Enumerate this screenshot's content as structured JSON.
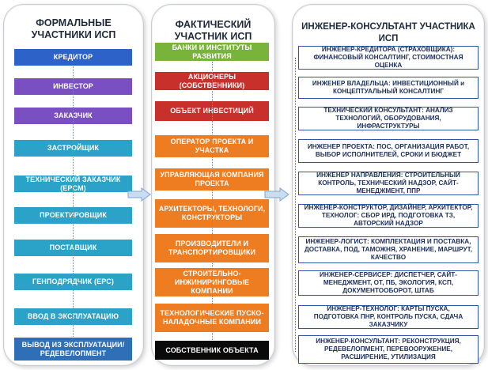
{
  "left_panel": {
    "title": "ФОРМАЛЬНЫЕ УЧАСТНИКИ ИСП",
    "items": [
      {
        "label": "КРЕДИТОР",
        "color": "#2d62c8"
      },
      {
        "label": "ИНВЕСТОР",
        "color": "#7a4fc2"
      },
      {
        "label": "ЗАКАЗЧИК",
        "color": "#7a4fc2"
      },
      {
        "label": "ЗАСТРОЙЩИК",
        "color": "#2ba2c7"
      },
      {
        "label": "ТЕХНИЧЕСКИЙ ЗАКАЗЧИК (EPCM)",
        "color": "#2ba2c7"
      },
      {
        "label": "ПРОЕКТИРОВЩИК",
        "color": "#2ba2c7"
      },
      {
        "label": "ПОСТАВЩИК",
        "color": "#2ba2c7"
      },
      {
        "label": "ГЕНПОДРЯДЧИК (EPC)",
        "color": "#2ba2c7"
      },
      {
        "label": "ВВОД В ЭКСПЛУАТАЦИЮ",
        "color": "#2ba2c7"
      },
      {
        "label": "ВЫВОД ИЗ ЭКСПЛУАТАЦИИ/РЕДЕВЕЛОПМЕНТ",
        "color": "#2f6fb8"
      }
    ]
  },
  "middle_panel": {
    "title": "ФАКТИЧЕСКИЙ УЧАСТНИК ИСП",
    "items": [
      {
        "label": "БАНКИ И ИНСТИТУТЫ РАЗВИТИЯ",
        "color": "#78b43c"
      },
      {
        "label": "АКЦИОНЕРЫ (СОБСТВЕННИКИ)",
        "color": "#c8302c"
      },
      {
        "label": "ОБЪЕКТ ИНВЕСТИЦИЙ",
        "color": "#c8302c"
      },
      {
        "label": "ОПЕРАТОР ПРОЕКТА И УЧАСТКА",
        "color": "#ee7d22"
      },
      {
        "label": "УПРАВЛЯЮЩАЯ КОМПАНИЯ ПРОЕКТА",
        "color": "#ee7d22"
      },
      {
        "label": "АРХИТЕКТОРЫ, ТЕХНОЛОГИ, КОНСТРУКТОРЫ",
        "color": "#ee7d22"
      },
      {
        "label": "ПРОИЗВОДИТЕЛИ И ТРАНСПОРТИРОВЩИКИ",
        "color": "#ee7d22"
      },
      {
        "label": "СТРОИТЕЛЬНО-ИНЖИНИРИНГОВЫЕ КОМПАНИИ",
        "color": "#ee7d22"
      },
      {
        "label": "ТЕХНОЛОГИЧЕСКИЕ ПУСКО-НАЛАДОЧНЫЕ КОМПАНИИ",
        "color": "#ee7d22"
      },
      {
        "label": "СОБСТВЕННИК ОБЪЕКТА",
        "color": "#0a0a0a"
      }
    ]
  },
  "right_panel": {
    "title": "ИНЖЕНЕР-КОНСУЛЬТАНТ УЧАСТНИКА ИСП",
    "items": [
      {
        "label": "ИНЖЕНЕР-КРЕДИТОРА (СТРАХОВЩИКА): ФИНАНСОВЫЙ КОНСАЛТИНГ, СТОИМОСТНАЯ ОЦЕНКА"
      },
      {
        "label": "ИНЖЕНЕР ВЛАДЕЛЬЦА: ИНВЕСТИЦИОННЫЙ и КОНЦЕПТУАЛЬНЫЙ КОНСАЛТИНГ"
      },
      {
        "label": "ТЕХНИЧЕСКИЙ КОНСУЛЬТАНТ: АНАЛИЗ ТЕХНОЛОГИЙ, ОБОРУДОВАНИЯ, ИНФРАСТРУКТУРЫ"
      },
      {
        "label": "ИНЖЕНЕР ПРОЕКТА: ПОС, ОРГАНИЗАЦИЯ РАБОТ, ВЫБОР ИСПОЛНИТЕЛЕЙ, СРОКИ И БЮДЖЕТ"
      },
      {
        "label": "ИНЖЕНЕР НАПРАВЛЕНИЯ: СТРОИТЕЛЬНЫЙ КОНТРОЛЬ, ТЕХНИЧЕСКИЙ НАДЗОР, САЙТ-МЕНЕДЖМЕНТ, ППР"
      },
      {
        "label": "ИНЖЕНЕР-КОНСТРУКТОР, ДИЗАЙНЕР, АРХИТЕКТОР, ТЕХНОЛОГ: СБОР ИРД, ПОДГОТОВКА ТЗ, АВТОРСКИЙ НАДЗОР"
      },
      {
        "label": "ИНЖЕНЕР-ЛОГИСТ: КОМПЛЕКТАЦИЯ И ПОСТАВКА, ДОСТАВКА, ПОД, ТАМОЖНЯ, ХРАНЕНИЕ, МАРШРУТ, КАЧЕСТВО"
      },
      {
        "label": "ИНЖЕНЕР-СЕРВИСЕР: ДИСПЕТЧЕР, САЙТ-МЕНЕДЖМЕНТ, ОТ, ПБ, ЭКОЛОГИЯ, КСП, ДОКУМЕНТООБОРОТ, ШТАБ"
      },
      {
        "label": "ИНЖЕНЕР-ТЕХНОЛОГ: КАРТЫ ПУСКА, ПОДГОТОВКА ПНР, КОНТРОЛЬ ПУСКА, СДАЧА ЗАКАЗЧИКУ"
      },
      {
        "label": "ИНЖЕНЕР-КОНСУЛЬТАНТ: РЕКОНСТРУКЦИЯ, РЕДЕВЕЛОПМЕНТ, ПЕРЕВООРУЖЕНИЕ, РАСШИРЕНИЕ, УТИЛИЗАЦИЯ"
      }
    ]
  },
  "arrows": {
    "color": "#c9dcf0",
    "stroke": "#7ea6d4"
  }
}
